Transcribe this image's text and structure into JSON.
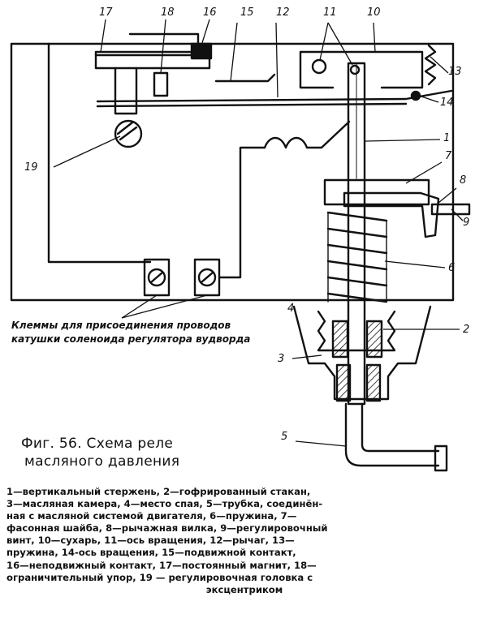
{
  "figure": {
    "title_line1": "Фиг. 56. Схема реле",
    "title_line2": "масляного давления"
  },
  "terminals_note": {
    "line1": "Клеммы для присоединения проводов",
    "line2": "катушки соленоида регулятора вудворда"
  },
  "callouts": [
    "1",
    "2",
    "3",
    "4",
    "5",
    "6",
    "7",
    "8",
    "9",
    "10",
    "11",
    "12",
    "13",
    "14",
    "15",
    "16",
    "17",
    "18",
    "19"
  ],
  "legend": {
    "line1": "1—вертикальный стержень, 2—гофрированный стакан,",
    "line2": "3—масляная камера, 4—место спая, 5—трубка, соединён-",
    "line3": "ная с масляной системой двигателя, 6—пружина, 7—",
    "line4": "фасонная шайба, 8—рычажная вилка, 9—регулировочный",
    "line5": "винт, 10—сухарь, 11—ось вращения, 12—рычаг, 13—",
    "line6": "пружина, 14-ось вращения, 15—подвижной контакт,",
    "line7": "16—неподвижный контакт, 17—постоянный магнит, 18—",
    "line8": "ограничительный упор, 19 — регулировочная головка с",
    "line9": "эксцентриком"
  }
}
